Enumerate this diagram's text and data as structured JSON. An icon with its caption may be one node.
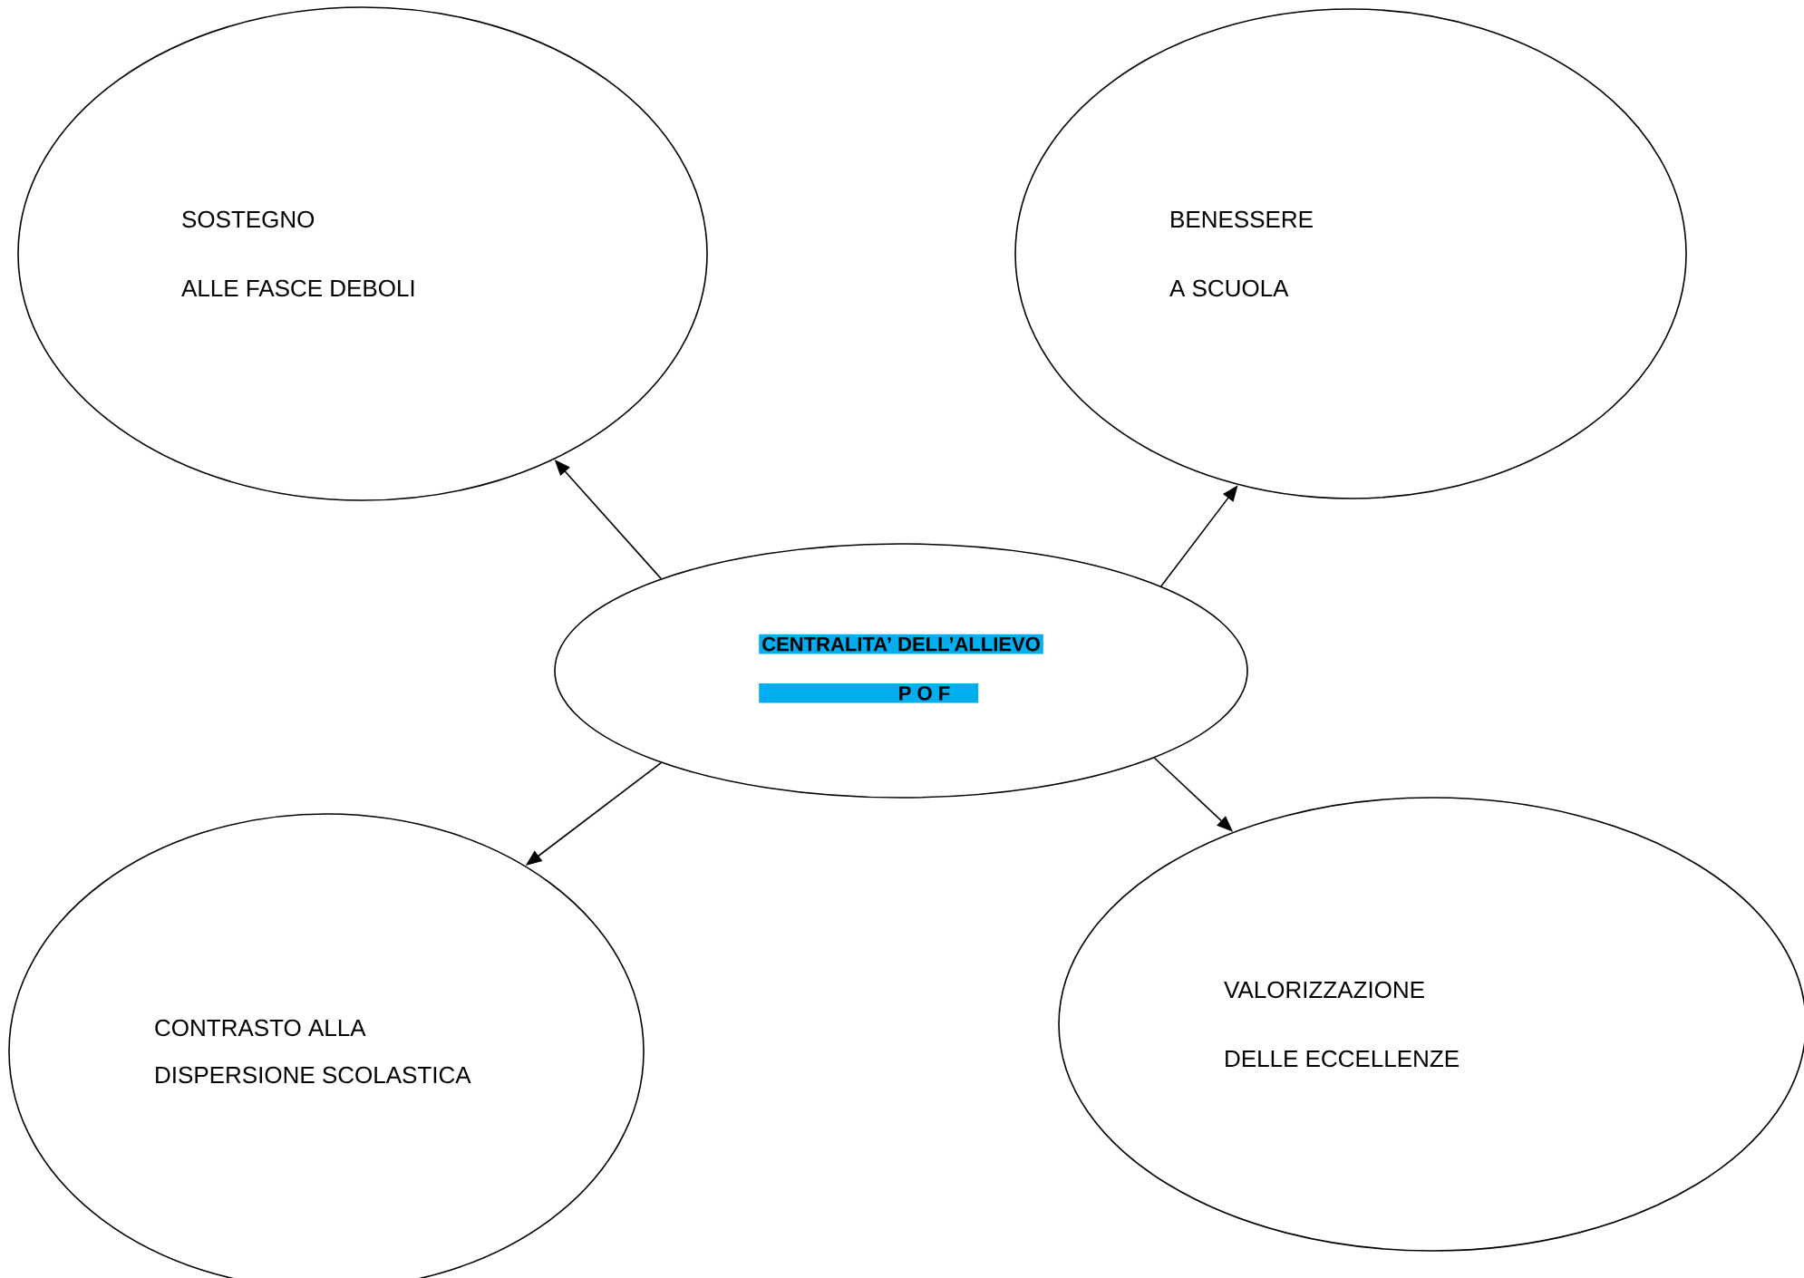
{
  "diagram": {
    "nodes": [
      {
        "text": [
          "SOSTEGNO",
          "ALLE FASCE DEBOLI"
        ]
      },
      {
        "text": [
          "BENESSERE",
          "A SCUOLA"
        ]
      },
      {
        "text": [
          "CENTRALITA’ DELL’ALLIEVO",
          "P O F"
        ]
      },
      {
        "text": [
          "CONTRASTO ALLA DISPERSIONE SCOLASTICA"
        ]
      },
      {
        "text": [
          "VALORIZZAZIONE",
          "DELLE ECCELLENZE"
        ]
      }
    ],
    "edges": [
      {
        "from": 2,
        "to": 0,
        "arrow": "to"
      },
      {
        "from": 2,
        "to": 1,
        "arrow": "to"
      },
      {
        "from": 2,
        "to": 3,
        "arrow": "to"
      },
      {
        "from": 2,
        "to": 4,
        "arrow": "to"
      }
    ]
  }
}
